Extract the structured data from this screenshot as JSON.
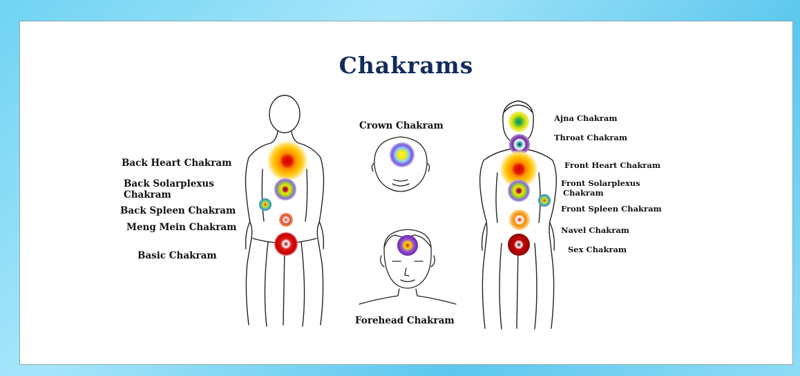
{
  "title": "Chakrams",
  "labels": {
    "back_heart": "Back Heart Chakram",
    "back_solarplexus_1": "Back  Solarplexus",
    "back_solarplexus_2": "Chakram",
    "back_spleen": "Back  Spleen Chakram",
    "meng_mein": "Meng Mein Chakram",
    "basic": "Basic Chakram",
    "crown": "Crown Chakram",
    "forehead": "Forehead Chakram",
    "ajna": "Ajna Chakram",
    "throat": "Throat Chakram",
    "front_heart": "Front Heart Chakram",
    "front_solarplexus_1": "Front Solarplexus",
    "front_solarplexus_2": "Chakram",
    "front_spleen": "Front Spleen Chakram",
    "navel": "Navel Chakram",
    "sex": "Sex Chakram"
  },
  "colors": {
    "title": "#132c5c",
    "frame_background": "#6fd3f3"
  }
}
